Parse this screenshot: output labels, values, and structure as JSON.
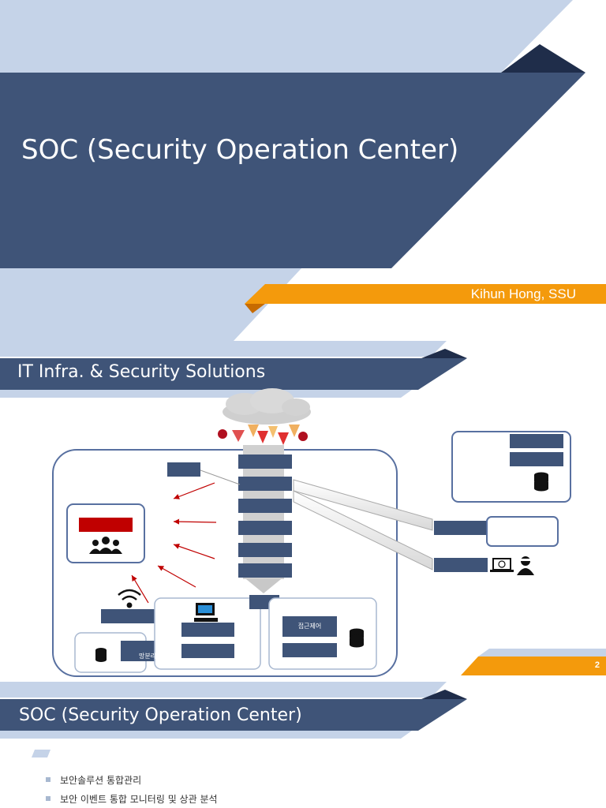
{
  "slide1": {
    "title": "SOC (Security Operation Center)",
    "author": "Kihun Hong, SSU"
  },
  "slide2": {
    "title": "IT Infra. & Security Solutions",
    "page_number": "2",
    "labels": {
      "access_control": "접근제어",
      "network_separation": "망분리"
    },
    "icons": [
      "cloud-icon",
      "virus-icon",
      "team-icon",
      "wifi-icon",
      "computer-icon",
      "database-icon",
      "laptop-globe-icon",
      "hacker-icon"
    ]
  },
  "slide3": {
    "title": "SOC (Security Operation Center)",
    "bullets": [
      "보안솔루션 통합관리",
      "보안 이벤트 통합 모니터링 및 상관 분석"
    ]
  },
  "colors": {
    "navy": "#3f5478",
    "light_blue": "#c5d3e8",
    "dark_navy": "#1f2d4a",
    "orange": "#f49a0c",
    "red": "#c00000"
  }
}
